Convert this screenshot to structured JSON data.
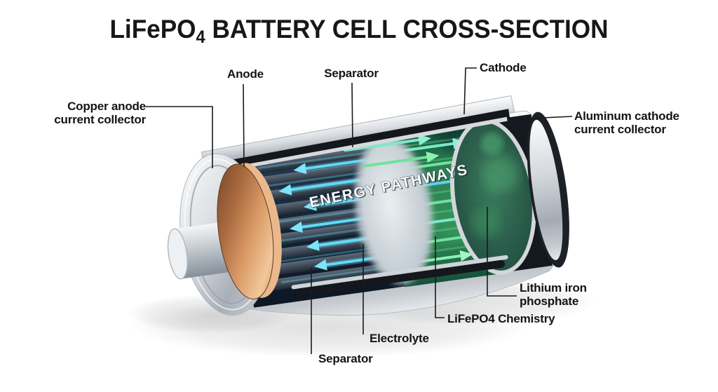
{
  "title": {
    "prefix": "LiFePO",
    "sub": "4",
    "suffix": " BATTERY CELL CROSS-SECTION"
  },
  "diagram": {
    "energy_pathways_label": "ENERGY PATHWAYS"
  },
  "labels": {
    "copper_anode_collector": "Copper anode\ncurrent collector",
    "anode": "Anode",
    "separator_top": "Separator",
    "cathode": "Cathode",
    "aluminum_cathode_collector": "Aluminum cathode\ncurrent collector",
    "lithium_iron_phosphate": "Lithium iron\nphosphate",
    "lifepo4_chemistry": "LiFePO4 Chemistry",
    "electrolyte": "Electrolyte",
    "separator_bottom": "Separator"
  },
  "colors": {
    "background": "#ffffff",
    "label_text": "#141414",
    "leader_line": "#1a1a1a",
    "casing_silver": "#c9ced4",
    "copper": "#c98a57",
    "anode_navy": "#16293c",
    "cyan_arrow": "#63d9f5",
    "cathode_green": "#2e8555",
    "green_arrow": "#6fe39a",
    "separator_gray": "#c3ccd3"
  }
}
